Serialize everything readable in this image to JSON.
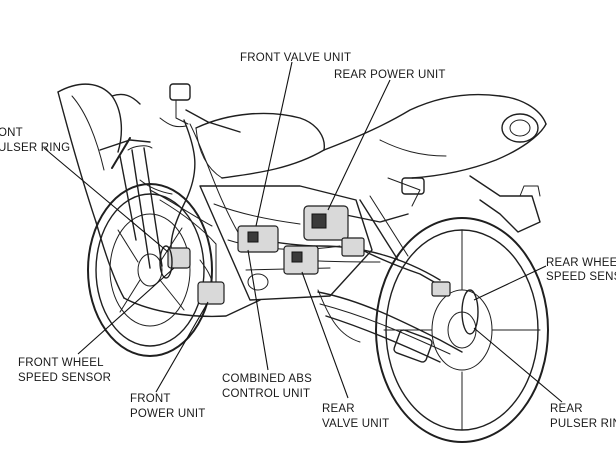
{
  "labels": {
    "front_pulser_ring": [
      "ONT",
      "ULSER RING"
    ],
    "front_valve_unit": [
      "FRONT VALVE UNIT"
    ],
    "rear_power_unit": [
      "REAR POWER UNIT"
    ],
    "rear_wheel_speed_sensor": [
      "REAR WHEEL",
      "SPEED SENS"
    ],
    "front_wheel_speed_sensor": [
      "FRONT WHEEL",
      "SPEED SENSOR"
    ],
    "front_power_unit": [
      "FRONT",
      "POWER UNIT"
    ],
    "combined_abs_control_unit": [
      "COMBINED ABS",
      "CONTROL UNIT"
    ],
    "rear_valve_unit": [
      "REAR",
      "VALVE UNIT"
    ],
    "rear_pulser_ring": [
      "REAR",
      "PULSER RIN"
    ]
  }
}
